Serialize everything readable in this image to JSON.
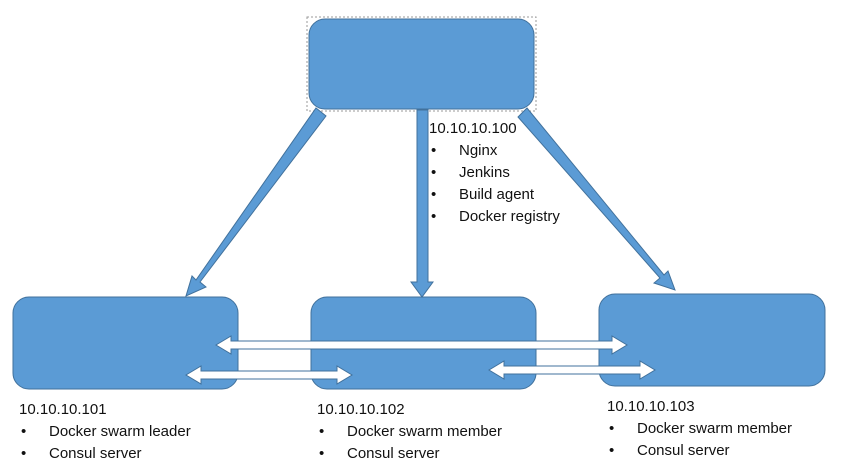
{
  "colors": {
    "node_fill": "#5b9bd5",
    "node_stroke": "#41719c",
    "arrow_fill": "#5b9bd5",
    "arrow_stroke": "#41719c",
    "link_fill": "#ffffff",
    "link_stroke": "#41719c"
  },
  "nodes": {
    "top": {
      "ip": "10.10.10.100",
      "services": [
        "Nginx",
        "Jenkins",
        "Build agent",
        "Docker registry"
      ]
    },
    "left": {
      "ip": "10.10.10.101",
      "services": [
        "Docker swarm leader",
        "Consul server"
      ]
    },
    "middle": {
      "ip": "10.10.10.102",
      "services": [
        "Docker swarm member",
        "Consul server"
      ]
    },
    "right": {
      "ip": "10.10.10.103",
      "services": [
        "Docker swarm member",
        "Consul server"
      ]
    }
  },
  "bullet_glyph": "•"
}
